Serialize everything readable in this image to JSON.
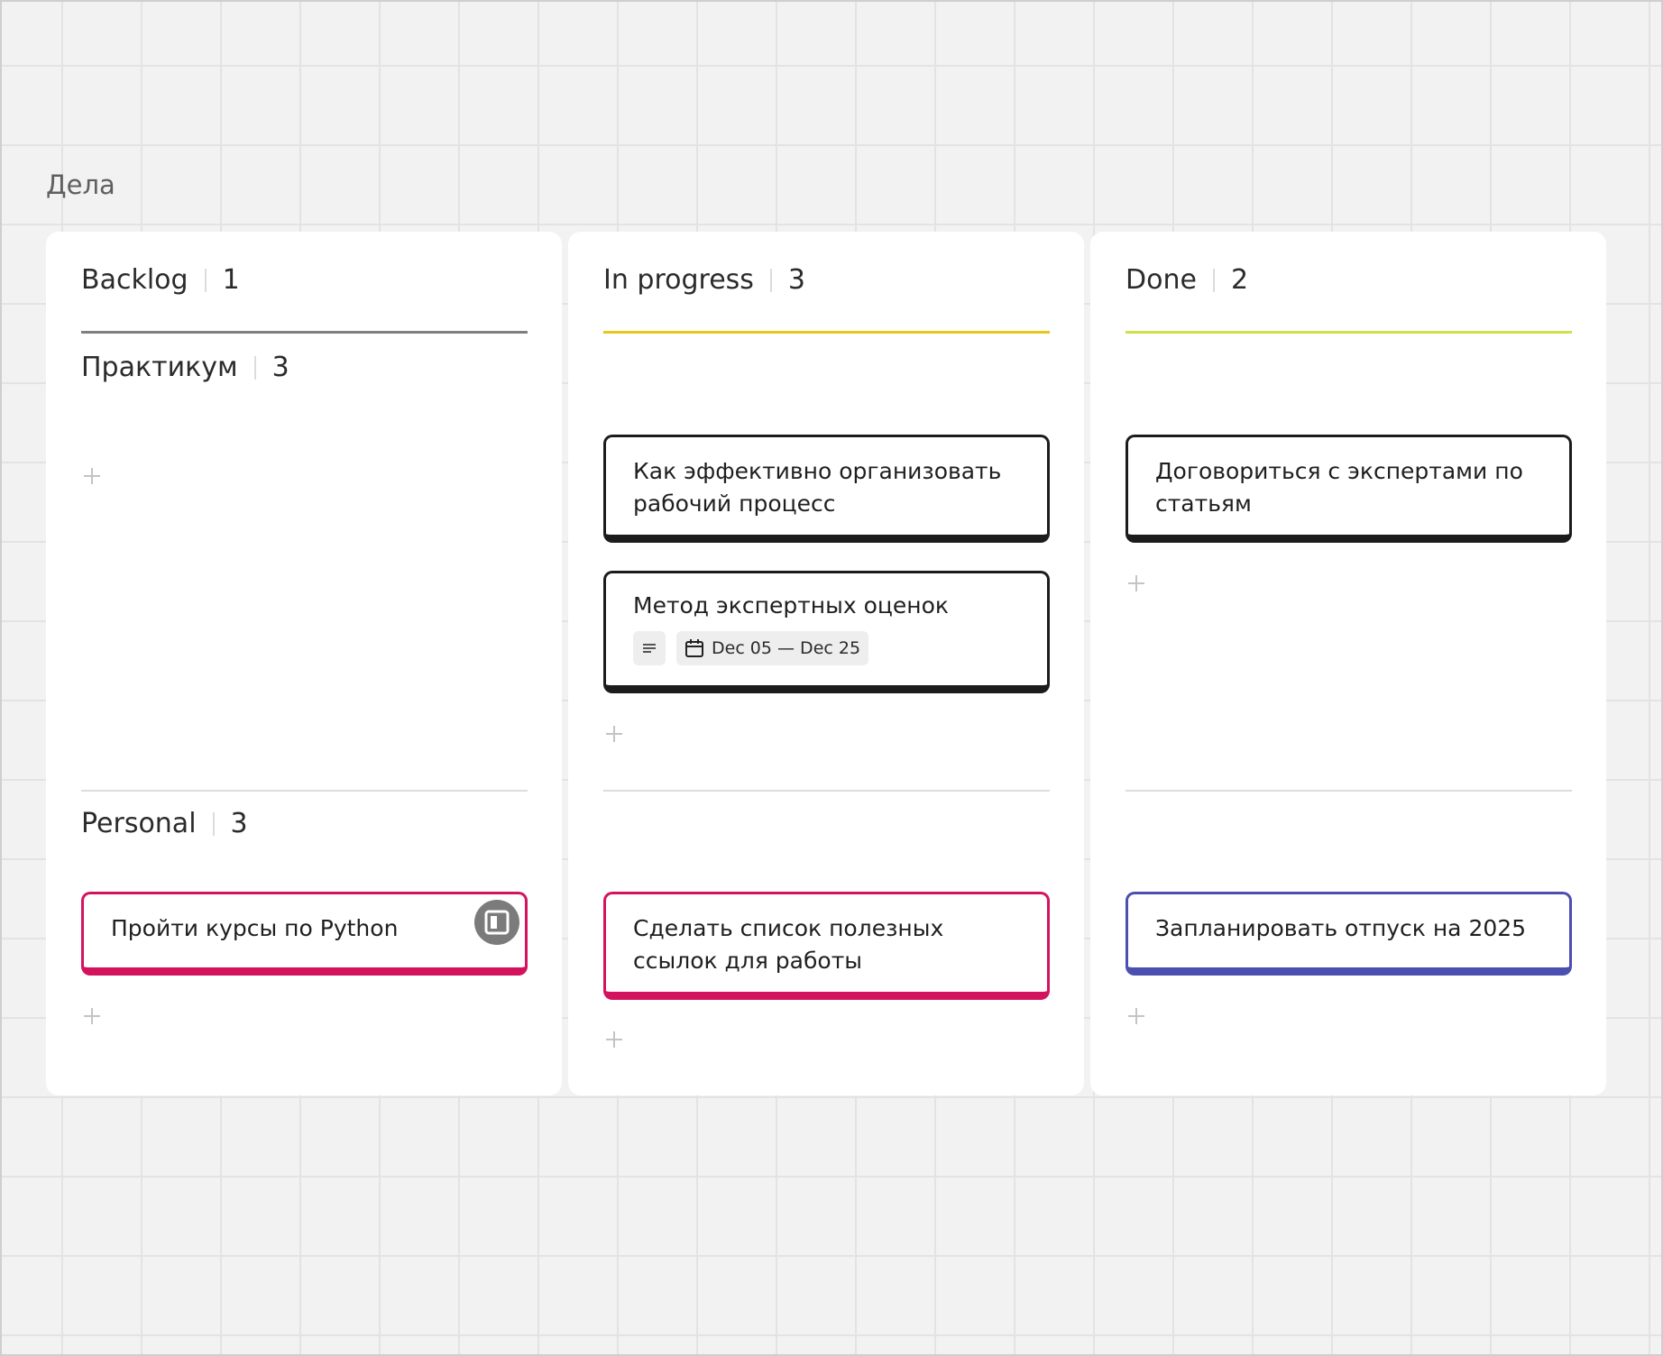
{
  "board": {
    "title": "Дела"
  },
  "colors": {
    "backlog_line": "#7f7f7f",
    "progress_line": "#e8c61a",
    "done_line": "#cfe04a",
    "card_default": "#1c1c1c",
    "card_pink": "#d4135f",
    "card_blue": "#4a4fb0"
  },
  "columns": [
    {
      "name": "Backlog",
      "count": "1",
      "groups": {
        "praktikum": {
          "name": "Практикум",
          "count": "3"
        },
        "personal": {
          "name": "Personal",
          "count": "3"
        }
      },
      "cards": [
        {
          "text": "Пройти курсы по Python",
          "icon": "panel-icon"
        }
      ]
    },
    {
      "name": "In progress",
      "count": "3",
      "cards": [
        {
          "text": "Как эффективно организовать рабочий процесс"
        },
        {
          "text": "Метод экспертных оценок",
          "meta": {
            "description_icon": "text-lines-icon",
            "calendar_icon": "calendar-icon",
            "dates": "Dec 05 — Dec 25"
          }
        },
        {
          "text": "Сделать список полезных ссылок для работы"
        }
      ]
    },
    {
      "name": "Done",
      "count": "2",
      "cards": [
        {
          "text": "Договориться с экспертами по статьям"
        },
        {
          "text": "Запланировать отпуск на 2025"
        }
      ]
    }
  ],
  "icons": {
    "add": "plus-icon"
  }
}
